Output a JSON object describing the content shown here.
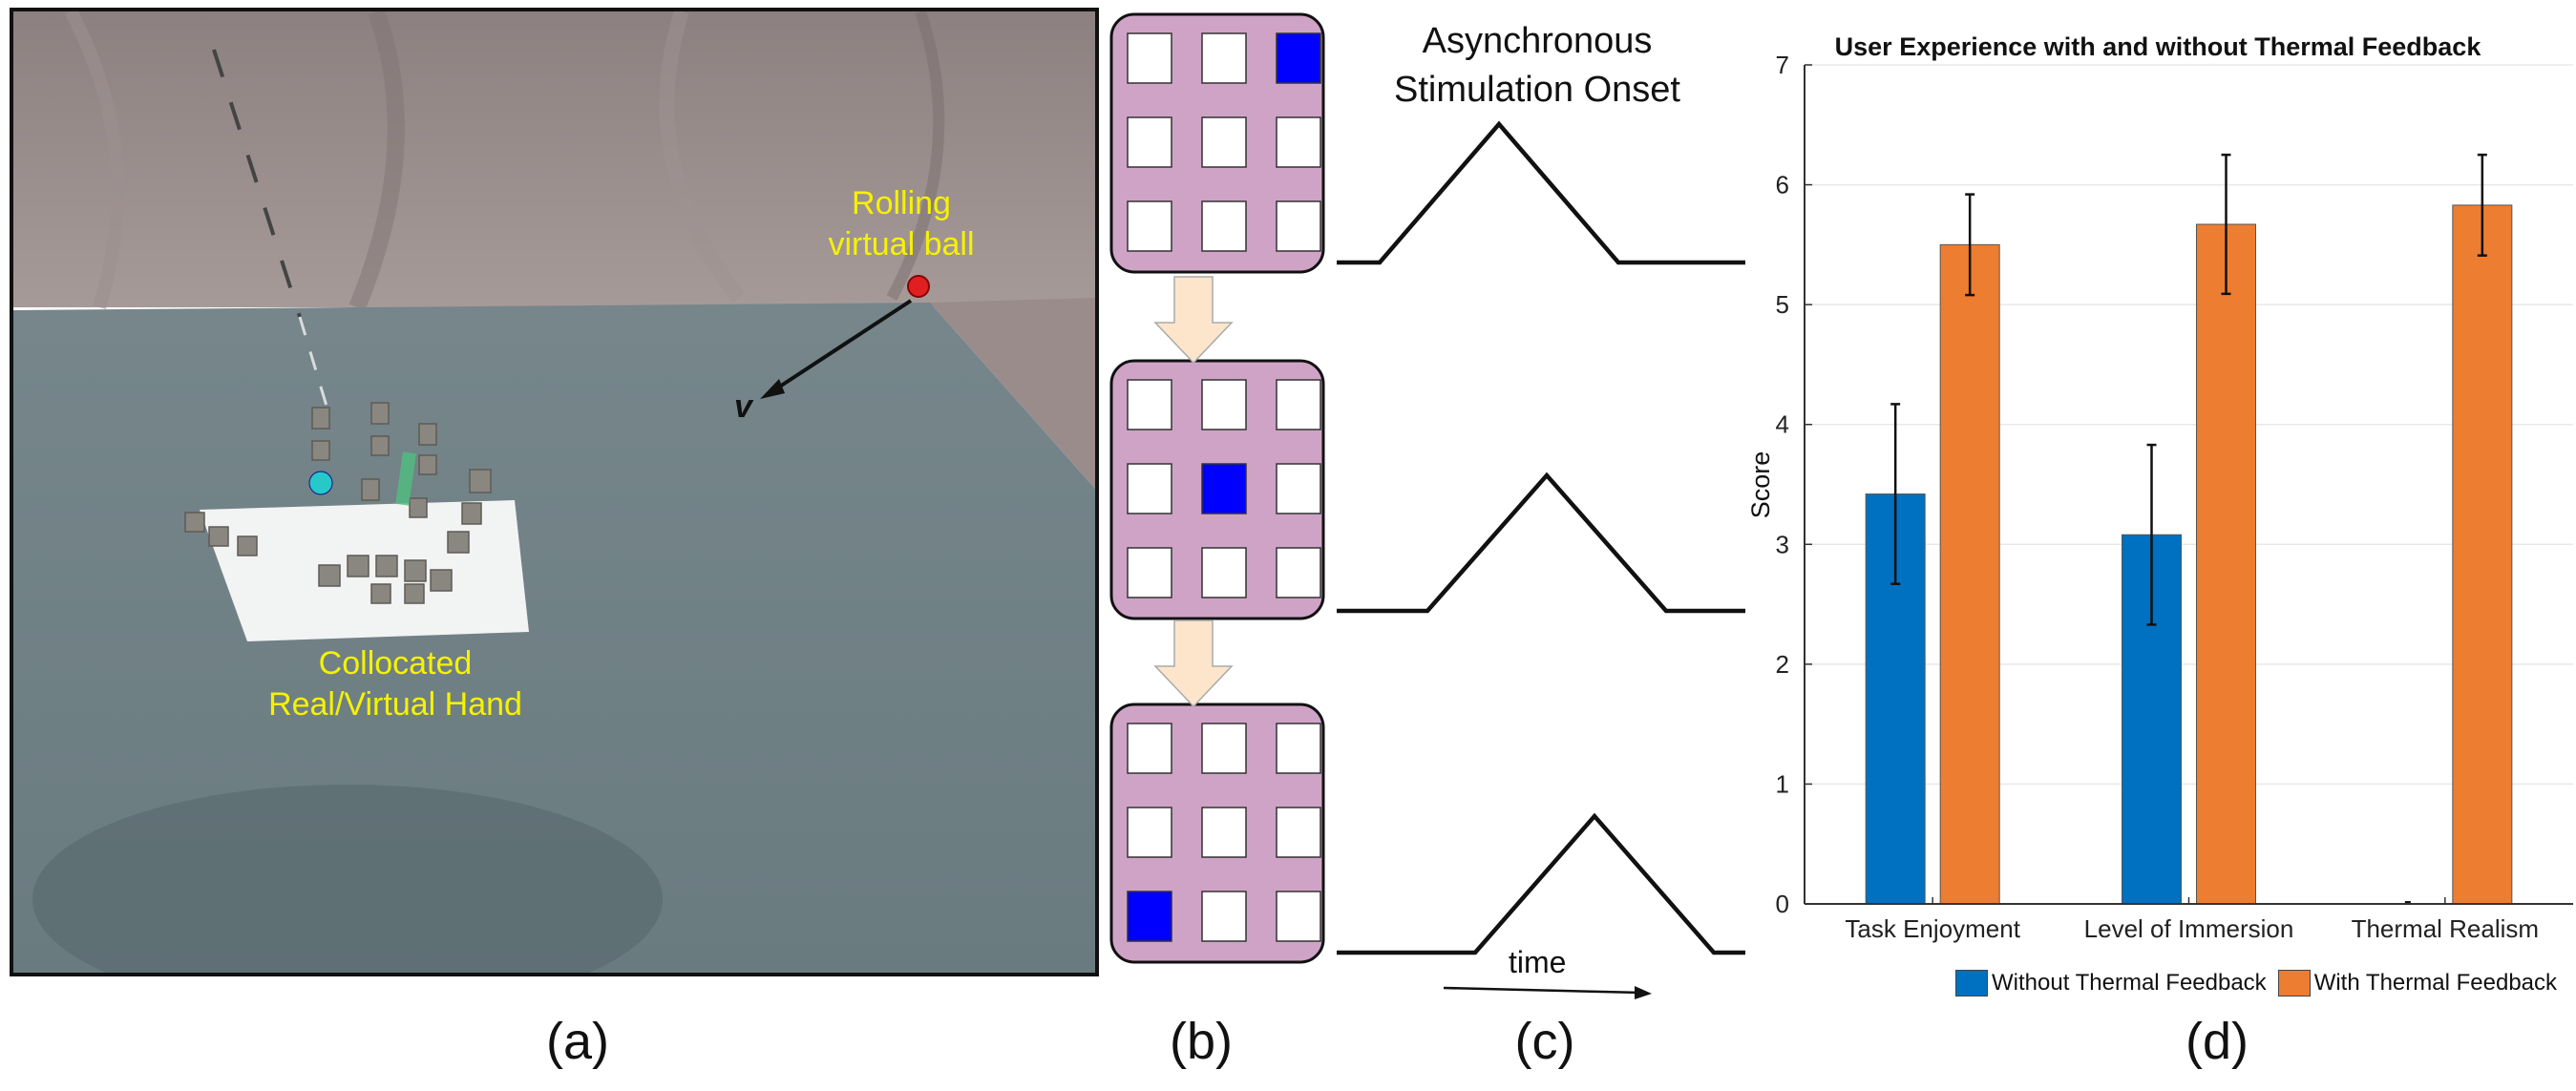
{
  "panel_a": {
    "label_ball": "Rolling virtual ball",
    "label_hand": "Collocated Real/Virtual Hand",
    "label_v": "v"
  },
  "panel_c": {
    "title": "Asynchronous Stimulation Onset",
    "time_label": "time"
  },
  "captions": {
    "a": "(a)",
    "b": "(b)",
    "c": "(c)",
    "d": "(d)"
  },
  "colors": {
    "grid_fill": "#cfa3c6",
    "active_cell": "#0000ff",
    "arrow_fill": "#fde5cc",
    "series_without": "#0070c0",
    "series_with": "#ed7d31",
    "label_yellow": "#f5f200"
  },
  "panel_b": {
    "active_cells": [
      2,
      4,
      6
    ]
  },
  "chart_data": {
    "type": "bar",
    "title": "User Experience with and without Thermal Feedback",
    "ylabel": "Score",
    "xlabel": "",
    "ylim": [
      0,
      7
    ],
    "yticks": [
      0,
      1,
      2,
      3,
      4,
      5,
      6,
      7
    ],
    "grid": true,
    "legend_position": "bottom-right",
    "categories": [
      "Task Enjoyment",
      "Level of Immersion",
      "Thermal Realism"
    ],
    "series": [
      {
        "name": "Without Thermal Feedback",
        "values": [
          3.42,
          3.08,
          0
        ],
        "errors": [
          0.75,
          0.75,
          0
        ]
      },
      {
        "name": "With Thermal Feedback",
        "values": [
          5.5,
          5.67,
          5.83
        ],
        "errors": [
          0.42,
          0.58,
          0.42
        ]
      }
    ]
  }
}
